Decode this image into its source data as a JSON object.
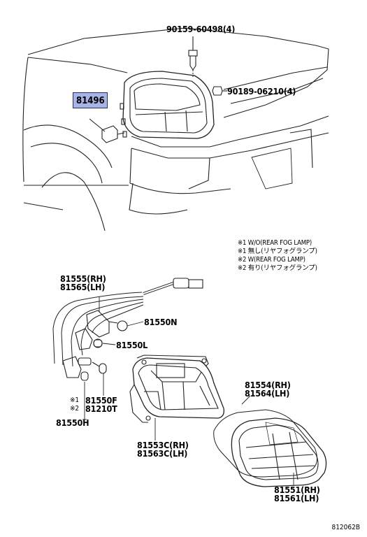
{
  "parts": {
    "screw": "90159-60498(4)",
    "nut": "90189-06210(4)",
    "highlighted_part": "81496",
    "socket_wire_rh": "81555(RH)",
    "socket_wire_lh": "81565(LH)",
    "bulb_n": "81550N",
    "bulb_l": "81550L",
    "bulb_f": "81550F",
    "bulb_t": "81210T",
    "bulb_h": "81550H",
    "gasket_rh": "81554(RH)",
    "gasket_lh": "81564(LH)",
    "housing_rh": "81553C(RH)",
    "housing_lh": "81563C(LH)",
    "lens_rh": "81551(RH)",
    "lens_lh": "81561(LH)"
  },
  "markers": {
    "m1": "※1",
    "m2": "※2"
  },
  "notes": {
    "line1": "※1 W/O(REAR FOG LAMP)",
    "line2": "※1 無し(リヤフォグランプ)",
    "line3": "※2 W(REAR FOG LAMP)",
    "line4": "※2 有り(リヤフォグランプ)"
  },
  "diagram_code": "812062B"
}
